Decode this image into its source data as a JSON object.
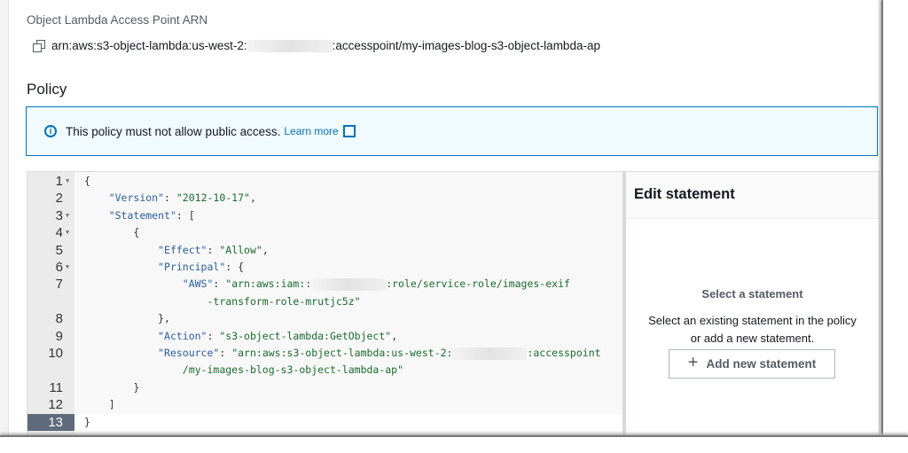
{
  "arn": {
    "label": "Object Lambda Access Point ARN",
    "prefix": "arn:aws:s3-object-lambda:us-west-2:",
    "suffix": ":accesspoint/my-images-blog-s3-object-lambda-ap"
  },
  "policy": {
    "title": "Policy",
    "alert_text": "This policy must not allow public access.",
    "learn_more": "Learn more"
  },
  "editor": {
    "lines": [
      {
        "n": "1",
        "fold": true,
        "wrap": false,
        "seg": [
          {
            "t": "{",
            "c": ""
          }
        ]
      },
      {
        "n": "2",
        "seg": [
          {
            "t": "    ",
            "c": ""
          },
          {
            "t": "\"Version\"",
            "c": "k"
          },
          {
            "t": ": ",
            "c": ""
          },
          {
            "t": "\"2012-10-17\"",
            "c": "s"
          },
          {
            "t": ",",
            "c": ""
          }
        ]
      },
      {
        "n": "3",
        "fold": true,
        "seg": [
          {
            "t": "    ",
            "c": ""
          },
          {
            "t": "\"Statement\"",
            "c": "k"
          },
          {
            "t": ": [",
            "c": ""
          }
        ]
      },
      {
        "n": "4",
        "fold": true,
        "seg": [
          {
            "t": "        {",
            "c": ""
          }
        ]
      },
      {
        "n": "5",
        "seg": [
          {
            "t": "            ",
            "c": ""
          },
          {
            "t": "\"Effect\"",
            "c": "k"
          },
          {
            "t": ": ",
            "c": ""
          },
          {
            "t": "\"Allow\"",
            "c": "s"
          },
          {
            "t": ",",
            "c": ""
          }
        ]
      },
      {
        "n": "6",
        "fold": true,
        "seg": [
          {
            "t": "            ",
            "c": ""
          },
          {
            "t": "\"Principal\"",
            "c": "k"
          },
          {
            "t": ": {",
            "c": ""
          }
        ]
      },
      {
        "n": "7",
        "seg": [
          {
            "t": "                ",
            "c": ""
          },
          {
            "t": "\"AWS\"",
            "c": "k"
          },
          {
            "t": ": ",
            "c": ""
          },
          {
            "t": "\"arn:aws:iam::",
            "c": "s"
          },
          {
            "redact": true
          },
          {
            "t": ":role/service-role/images-exif",
            "c": "s"
          }
        ]
      },
      {
        "n": "",
        "seg": [
          {
            "t": "                    ",
            "c": ""
          },
          {
            "t": "-transform-role-mrutjc5z\"",
            "c": "s"
          }
        ]
      },
      {
        "n": "8",
        "seg": [
          {
            "t": "            },",
            "c": ""
          }
        ]
      },
      {
        "n": "9",
        "seg": [
          {
            "t": "            ",
            "c": ""
          },
          {
            "t": "\"Action\"",
            "c": "k"
          },
          {
            "t": ": ",
            "c": ""
          },
          {
            "t": "\"s3-object-lambda:GetObject\"",
            "c": "s"
          },
          {
            "t": ",",
            "c": ""
          }
        ]
      },
      {
        "n": "10",
        "seg": [
          {
            "t": "            ",
            "c": ""
          },
          {
            "t": "\"Resource\"",
            "c": "k"
          },
          {
            "t": ": ",
            "c": ""
          },
          {
            "t": "\"arn:aws:s3-object-lambda:us-west-2:",
            "c": "s"
          },
          {
            "redact": true
          },
          {
            "t": ":accesspoint",
            "c": "s"
          }
        ]
      },
      {
        "n": "",
        "seg": [
          {
            "t": "                ",
            "c": ""
          },
          {
            "t": "/my-images-blog-s3-object-lambda-ap\"",
            "c": "s"
          }
        ]
      },
      {
        "n": "11",
        "seg": [
          {
            "t": "        }",
            "c": ""
          }
        ]
      },
      {
        "n": "12",
        "seg": [
          {
            "t": "    ]",
            "c": ""
          }
        ]
      },
      {
        "n": "13",
        "active": true,
        "seg": [
          {
            "t": "}",
            "c": ""
          }
        ]
      }
    ]
  },
  "statement_panel": {
    "title": "Edit statement",
    "select_title": "Select a statement",
    "select_desc_1": "Select an existing statement in the policy",
    "select_desc_2": "or add a new statement.",
    "add_button": "Add new statement"
  }
}
